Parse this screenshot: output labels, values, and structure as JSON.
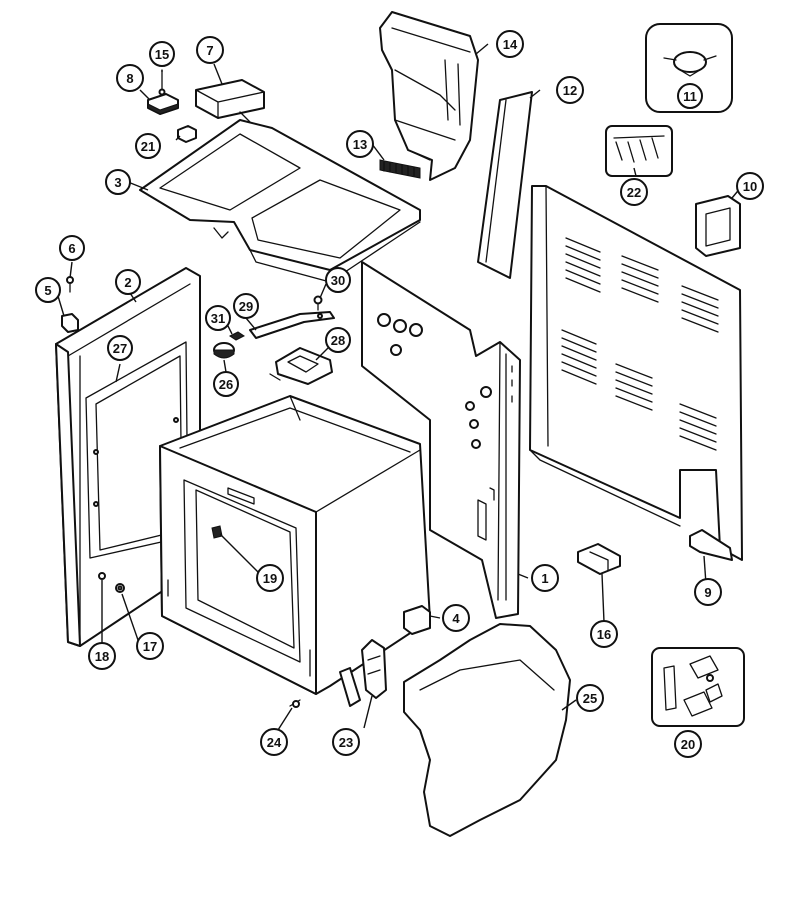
{
  "diagram": {
    "type": "exploded-parts-diagram",
    "callouts": [
      "1",
      "2",
      "3",
      "4",
      "5",
      "6",
      "7",
      "8",
      "9",
      "10",
      "11",
      "12",
      "13",
      "14",
      "15",
      "16",
      "17",
      "18",
      "19",
      "20",
      "21",
      "22",
      "23",
      "24",
      "25",
      "26",
      "27",
      "28",
      "29",
      "30",
      "31"
    ],
    "colors": {
      "line": "#111111",
      "background": "#ffffff"
    }
  }
}
